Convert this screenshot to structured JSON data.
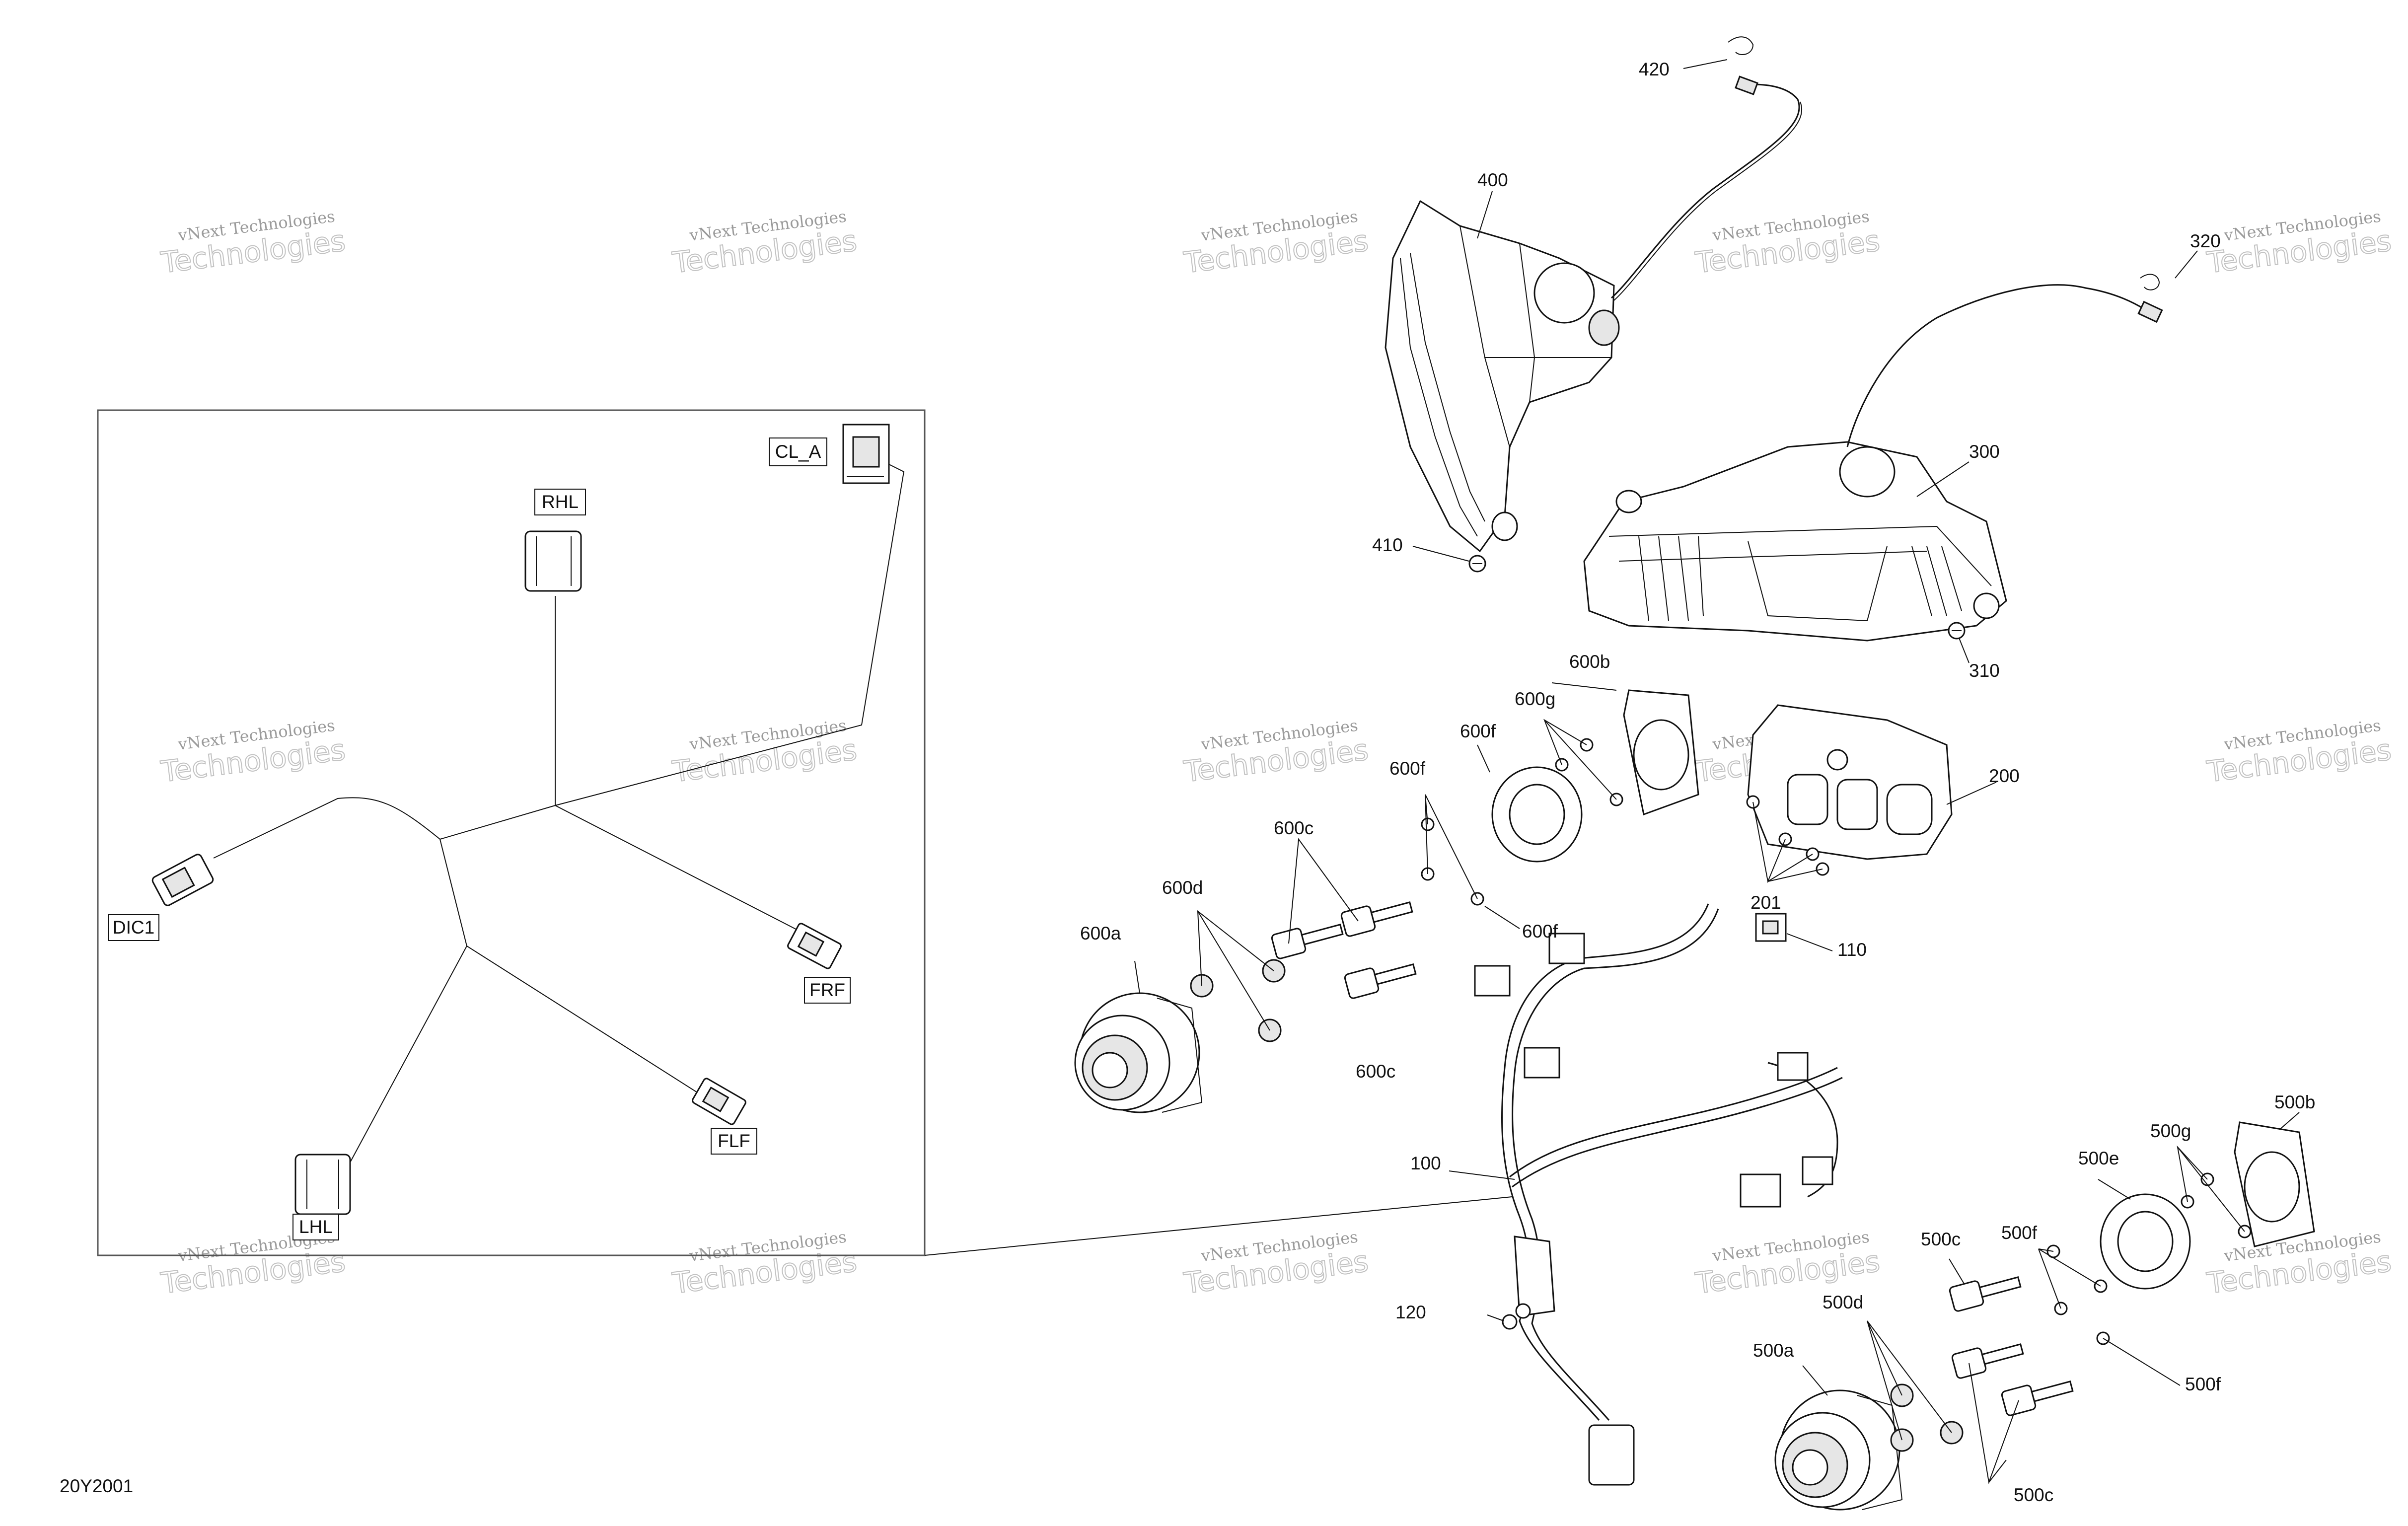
{
  "watermark": {
    "line1": "vNext Technologies",
    "line2": "Technologies"
  },
  "diagram_code": "20Y2001",
  "inset_connectors": {
    "cl_a": "CL_A",
    "rhl": "RHL",
    "dic1": "DIC1",
    "frf": "FRF",
    "flf": "FLF",
    "lhl": "LHL"
  },
  "callouts": {
    "c420": "420",
    "c400": "400",
    "c320": "320",
    "c300": "300",
    "c410": "410",
    "c310": "310",
    "c600b": "600b",
    "c600g": "600g",
    "c600f_a": "600f",
    "c600f_b": "600f",
    "c600f_c": "600f",
    "c200": "200",
    "c600c_a": "600c",
    "c600c_b": "600c",
    "c600d": "600d",
    "c600a": "600a",
    "c201": "201",
    "c110": "110",
    "c100": "100",
    "c500b": "500b",
    "c500g": "500g",
    "c500e": "500e",
    "c500f_a": "500f",
    "c500f_b": "500f",
    "c500c_a": "500c",
    "c500c_b": "500c",
    "c500d": "500d",
    "c500a": "500a",
    "c120": "120"
  }
}
